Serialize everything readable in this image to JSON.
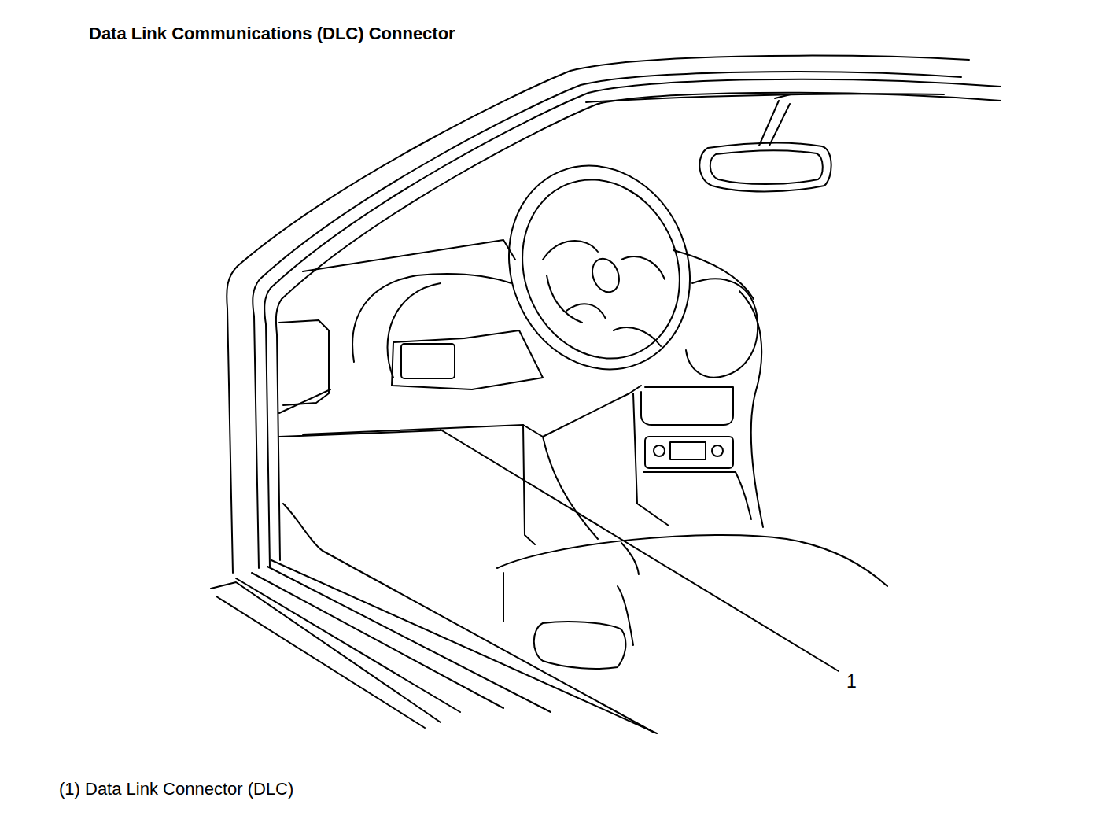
{
  "diagram": {
    "title": "Data Link Communications (DLC) Connector",
    "caption": "(1) Data Link Connector (DLC)",
    "labels": [
      "1"
    ]
  }
}
